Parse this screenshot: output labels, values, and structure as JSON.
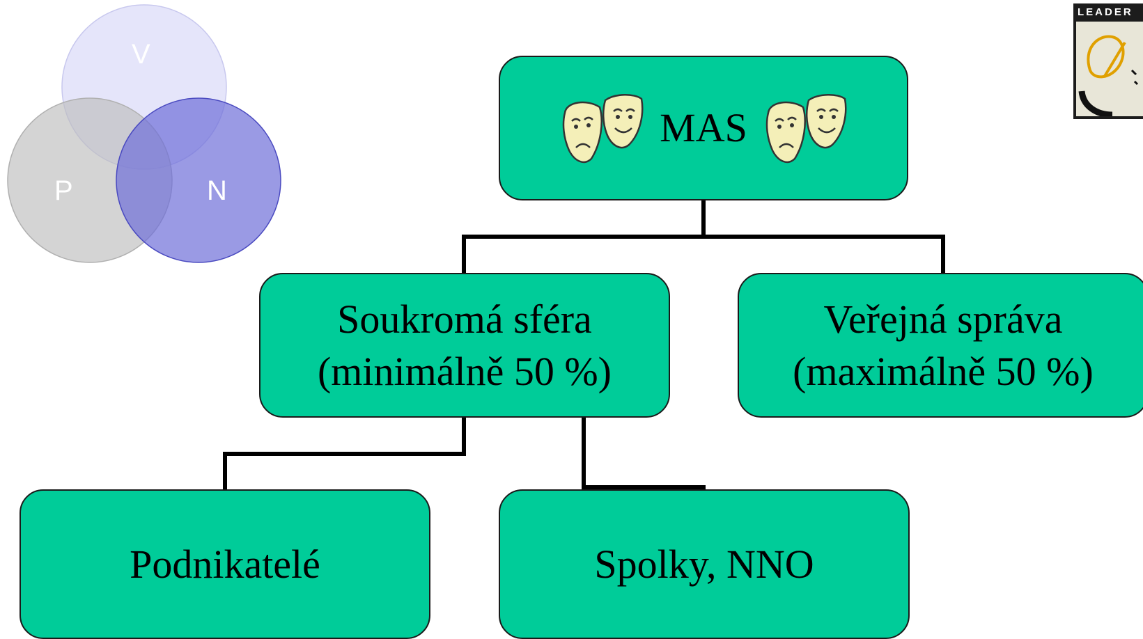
{
  "venn": {
    "labels": {
      "top": "V",
      "left": "P",
      "right": "N"
    }
  },
  "root": {
    "label": "MAS"
  },
  "private": {
    "line1": "Soukromá sféra",
    "line2": "(minimálně 50 %)"
  },
  "public": {
    "line1": "Veřejná správa",
    "line2": "(maximálně 50 %)"
  },
  "business": {
    "label": "Podnikatelé"
  },
  "ngo": {
    "label": "Spolky, NNO"
  },
  "logo": {
    "text": "LEADER"
  },
  "colors": {
    "box_fill": "#00cc99",
    "venn_top": "#e3e3fa",
    "venn_left": "#cdcdcd",
    "venn_right": "#8a8ae0",
    "mask_fill": "#f4efb8"
  }
}
